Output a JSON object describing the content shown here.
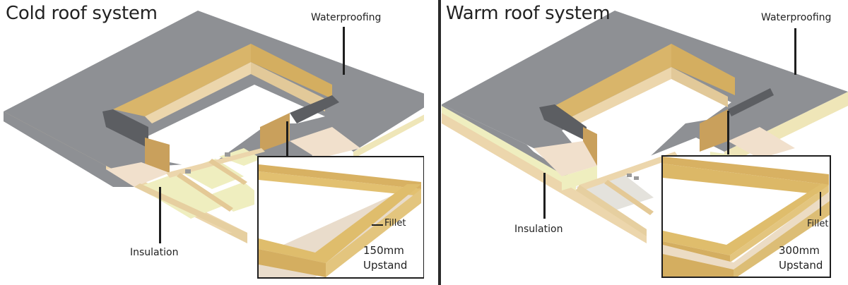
{
  "figure": {
    "description": "Comparison of cold roof and warm roof construction with upstand detail"
  },
  "panels": [
    {
      "id": "cold",
      "title": "Cold roof system",
      "labels": {
        "waterproofing": "Waterproofing",
        "insulation": "Insulation",
        "fillet": "Fillet",
        "upstand_height": "150mm",
        "upstand_word": "Upstand"
      }
    },
    {
      "id": "warm",
      "title": "Warm roof system",
      "labels": {
        "waterproofing": "Waterproofing",
        "insulation": "Insulation",
        "fillet": "Fillet",
        "upstand_height": "300mm",
        "upstand_word": "Upstand"
      }
    }
  ],
  "colors": {
    "membrane": "#8e9094",
    "membrane_dark": "#5c5e62",
    "osb": "#d9b56a",
    "timber": "#ecd6ac",
    "timber_dark": "#d8bd8a",
    "insulation": "#efeebf",
    "deck_board": "#f1e0cc",
    "divider": "#2a2a2a"
  }
}
